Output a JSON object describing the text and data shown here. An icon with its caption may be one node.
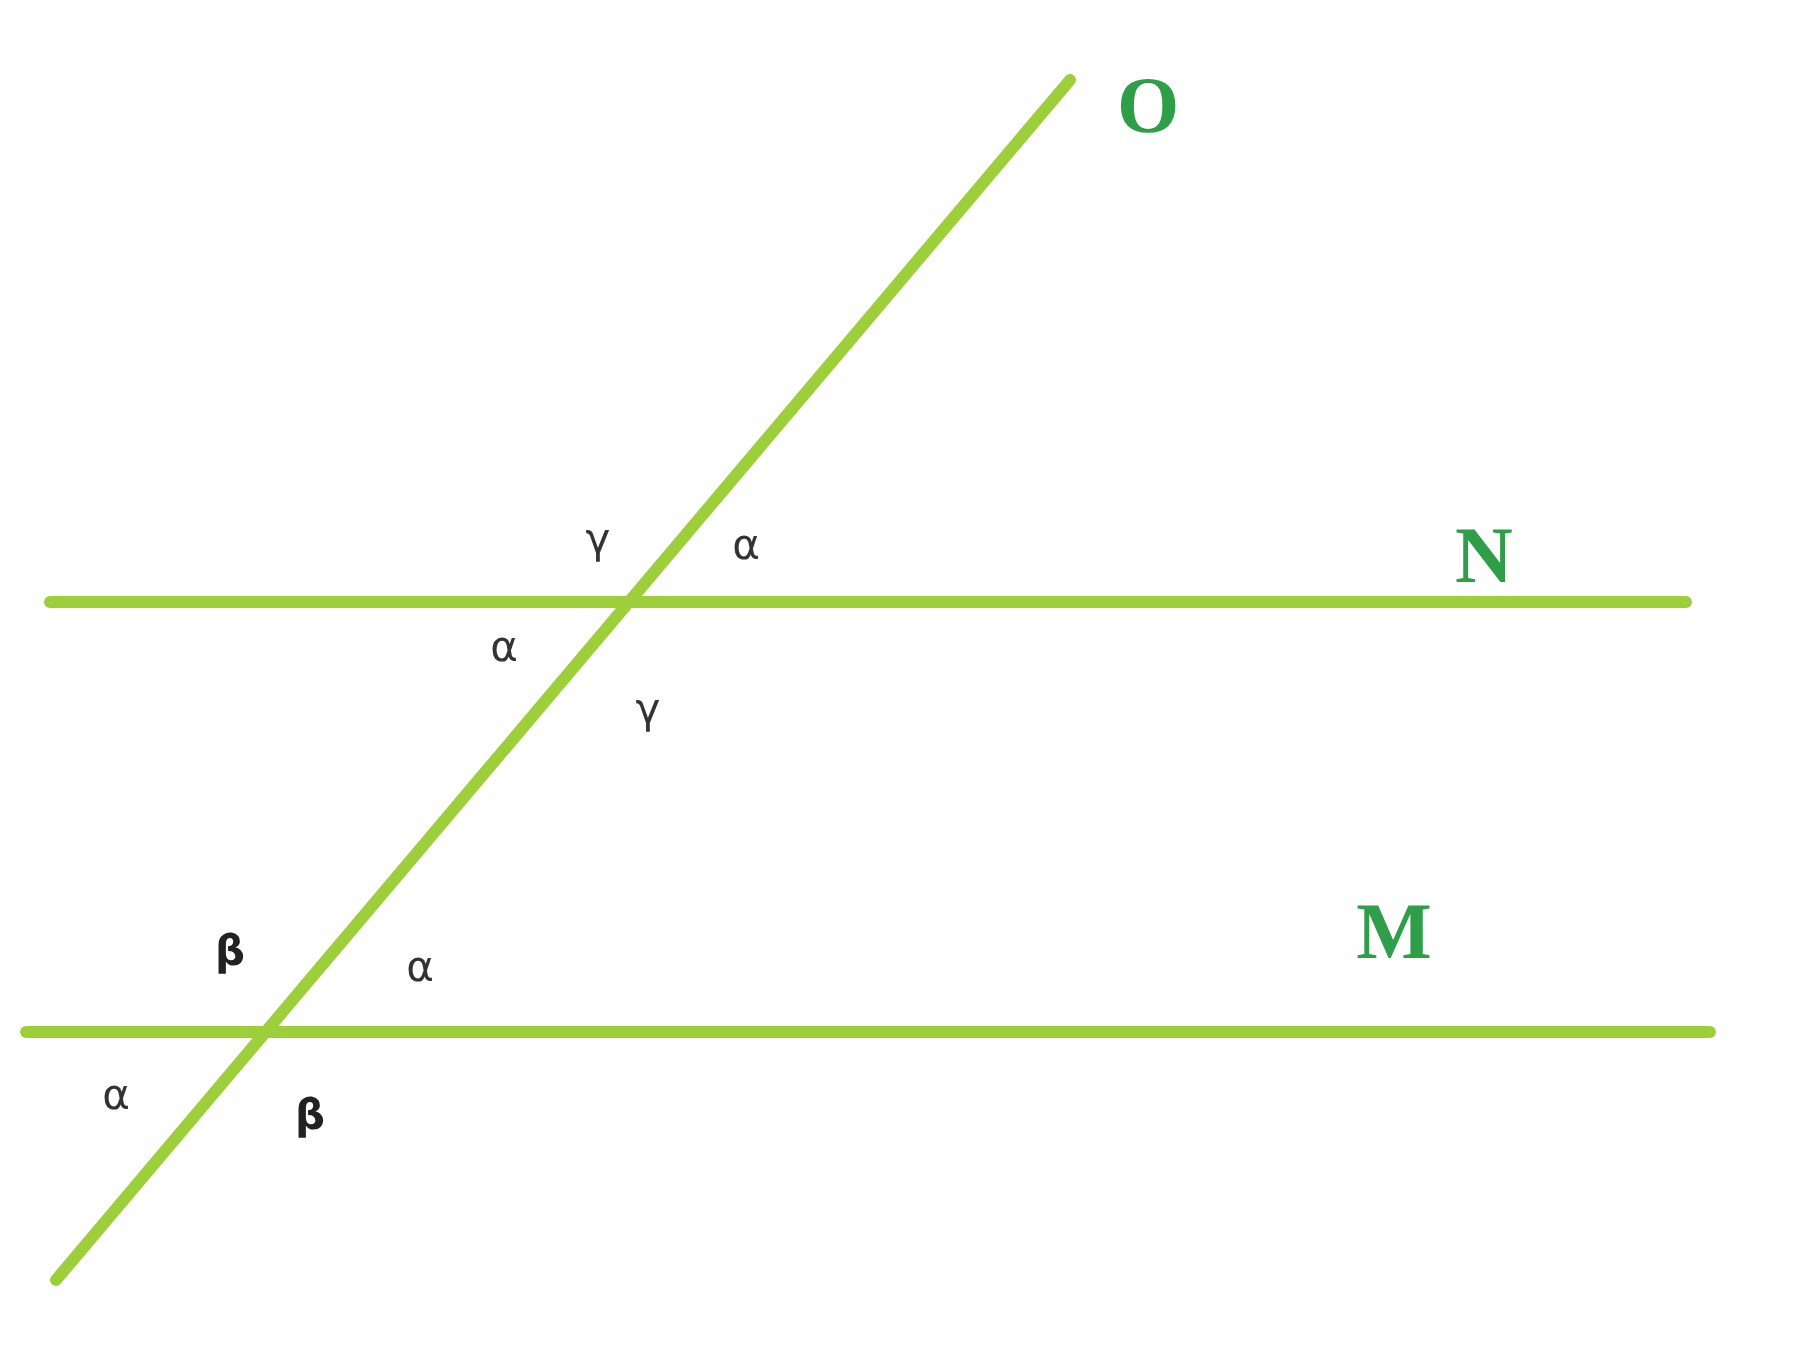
{
  "diagram": {
    "labels": [
      "O",
      "γ",
      "α",
      "N",
      "α",
      "γ",
      "M",
      "β",
      "α",
      "α",
      "β"
    ]
  }
}
